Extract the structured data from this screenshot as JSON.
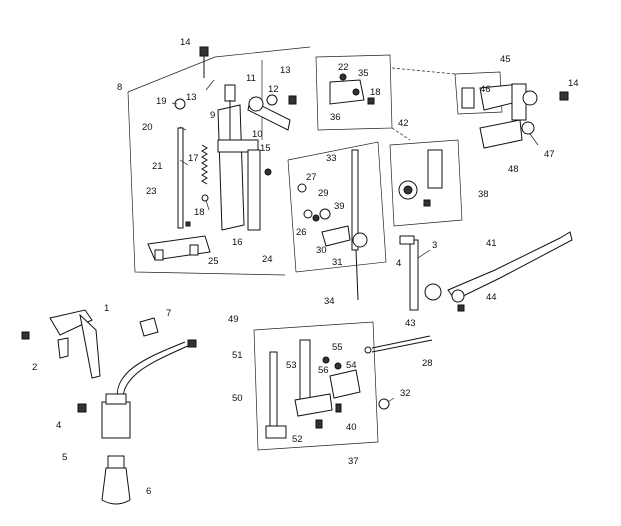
{
  "diagram": {
    "callouts": {
      "c1": "1",
      "c2": "2",
      "c3": "3",
      "c4": "4",
      "c5": "5",
      "c6": "6",
      "c7": "7",
      "c8": "8",
      "c9": "9",
      "c10": "10",
      "c11": "11",
      "c12": "12",
      "c13a": "13",
      "c13b": "13",
      "c14a": "14",
      "c14b": "14",
      "c15": "15",
      "c16": "16",
      "c17": "17",
      "c18a": "18",
      "c18b": "18",
      "c19": "19",
      "c20": "20",
      "c21": "21",
      "c22": "22",
      "c23": "23",
      "c24": "24",
      "c25": "25",
      "c26": "26",
      "c27": "27",
      "c28": "28",
      "c29": "29",
      "c30": "30",
      "c31": "31",
      "c32": "32",
      "c33": "33",
      "c34": "34",
      "c35": "35",
      "c36": "36",
      "c37": "37",
      "c38": "38",
      "c39": "39",
      "c40": "40",
      "c41": "41",
      "c42": "42",
      "c43": "43",
      "c44": "44",
      "c45": "45",
      "c46": "46",
      "c47": "47",
      "c48": "48",
      "c49": "49",
      "c50": "50",
      "c51": "51",
      "c52": "52",
      "c53": "53",
      "c54": "54",
      "c55": "55",
      "c56": "56",
      "c4b": "4"
    }
  }
}
